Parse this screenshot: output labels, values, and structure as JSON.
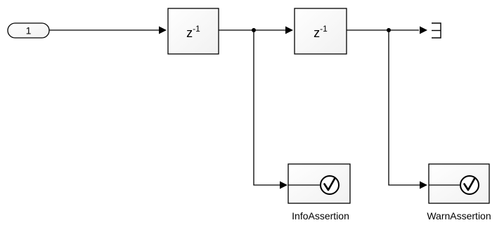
{
  "inport": {
    "label": "1"
  },
  "delay1": {
    "base": "z",
    "exponent": "-1"
  },
  "delay2": {
    "base": "z",
    "exponent": "-1"
  },
  "info_assertion": {
    "label": "InfoAssertion",
    "icon": "check-circle-icon"
  },
  "warn_assertion": {
    "label": "WarnAssertion",
    "icon": "check-circle-icon"
  },
  "terminator": {
    "icon": "terminator-icon"
  }
}
